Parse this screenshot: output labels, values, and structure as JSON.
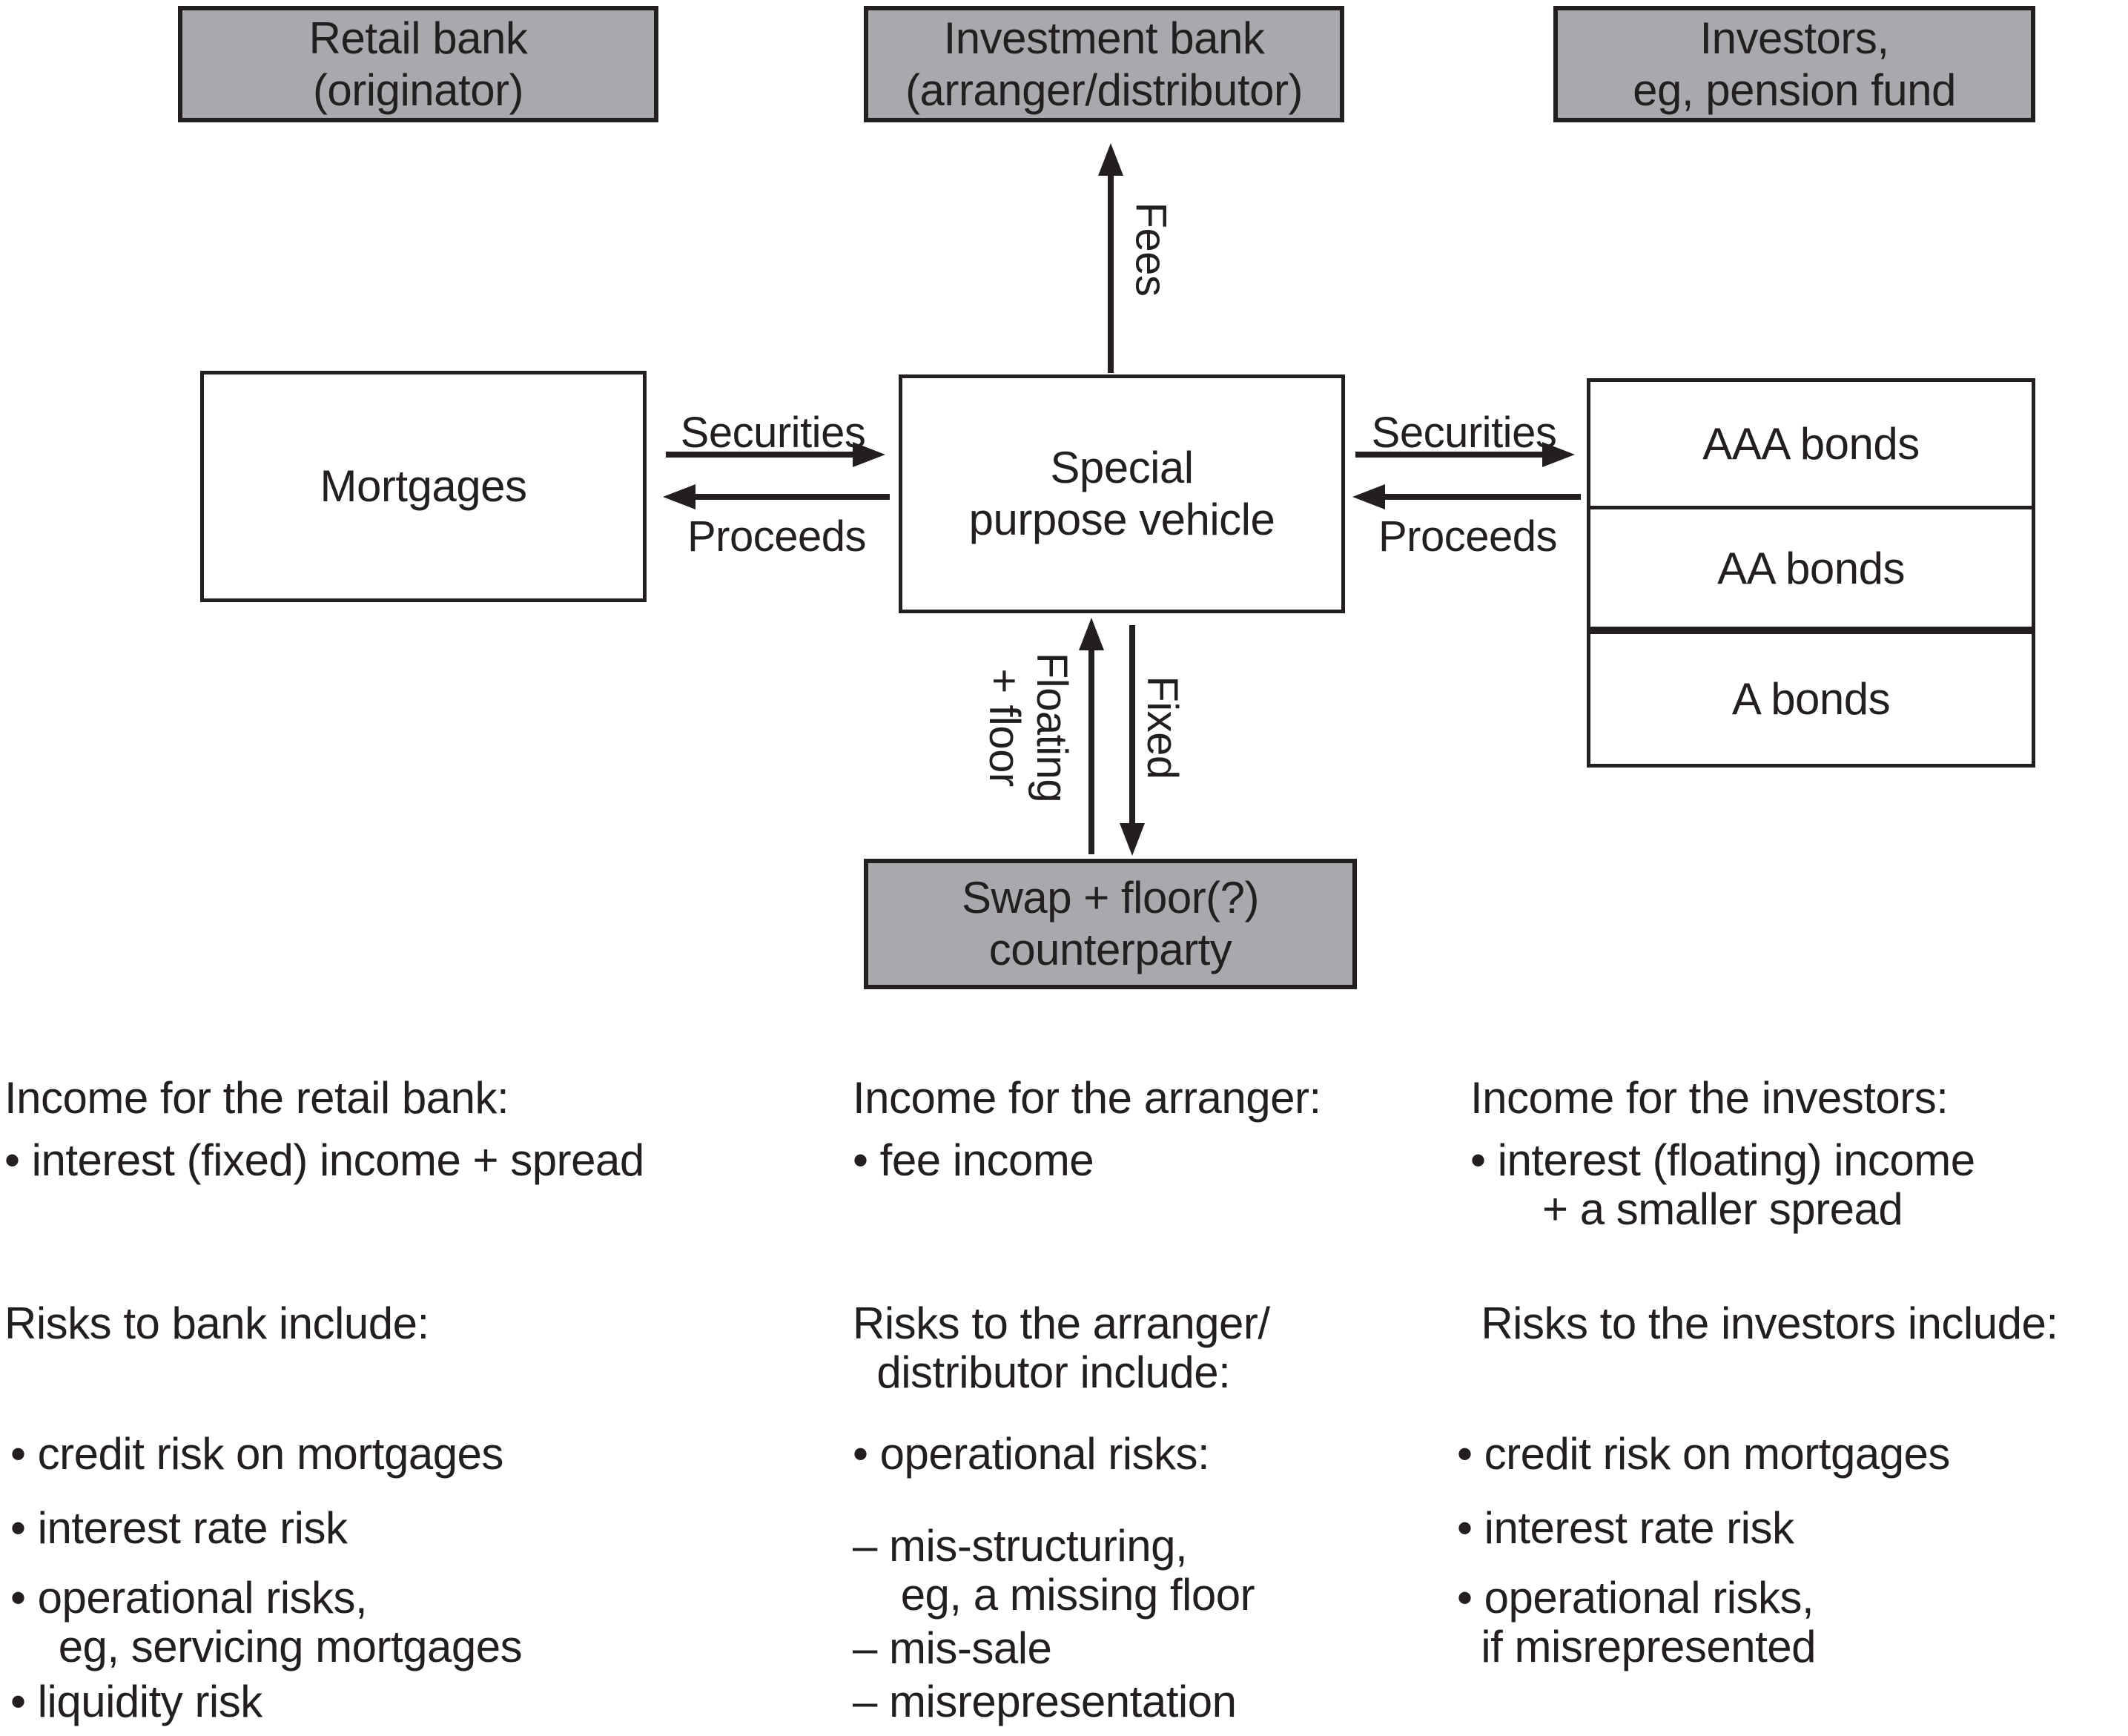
{
  "diagram": {
    "nodes": {
      "retail_bank": "Retail bank\n(originator)",
      "investment_bank": "Investment bank\n(arranger/distributor)",
      "investors": "Investors,\neg, pension fund",
      "mortgages": "Mortgages",
      "spv": "Special\npurpose vehicle",
      "bonds": [
        "AAA bonds",
        "AA bonds",
        "A bonds"
      ],
      "swap_counterparty": "Swap + floor(?)\ncounterparty"
    },
    "flows": {
      "fees": "Fees",
      "securities_left": "Securities",
      "proceeds_left": "Proceeds",
      "securities_right": "Securities",
      "proceeds_right": "Proceeds",
      "floating_plus_floor": "Floating\n+ floor",
      "fixed": "Fixed"
    }
  },
  "notes": {
    "income_retail_title": "Income for the retail bank:",
    "income_retail_item": "• interest (fixed) income + spread",
    "income_arranger_title": "Income for the arranger:",
    "income_arranger_item": "• fee income",
    "income_investors_title": "Income for the investors:",
    "income_investors_item": "• interest (floating) income\n      + a smaller spread",
    "risks_bank_title": "Risks to bank include:",
    "risks_bank_items": [
      "• credit risk on mortgages",
      "• interest rate risk",
      "• operational risks,\n    eg, servicing mortgages",
      "• liquidity risk"
    ],
    "risks_arranger_title": "Risks to the arranger/\n  distributor include:",
    "risks_arranger_items": [
      "• operational risks:",
      "– mis-structuring,\n    eg, a missing floor",
      "– mis-sale",
      "– misrepresentation"
    ],
    "risks_investors_title": "  Risks to the investors include:",
    "risks_investors_items": [
      "• credit risk on mortgages",
      "• interest rate risk",
      "• operational risks,\n  if misrepresented"
    ]
  },
  "colors": {
    "box_gray": "#a7a9ac",
    "ink": "#231f20",
    "background": "#ffffff"
  }
}
